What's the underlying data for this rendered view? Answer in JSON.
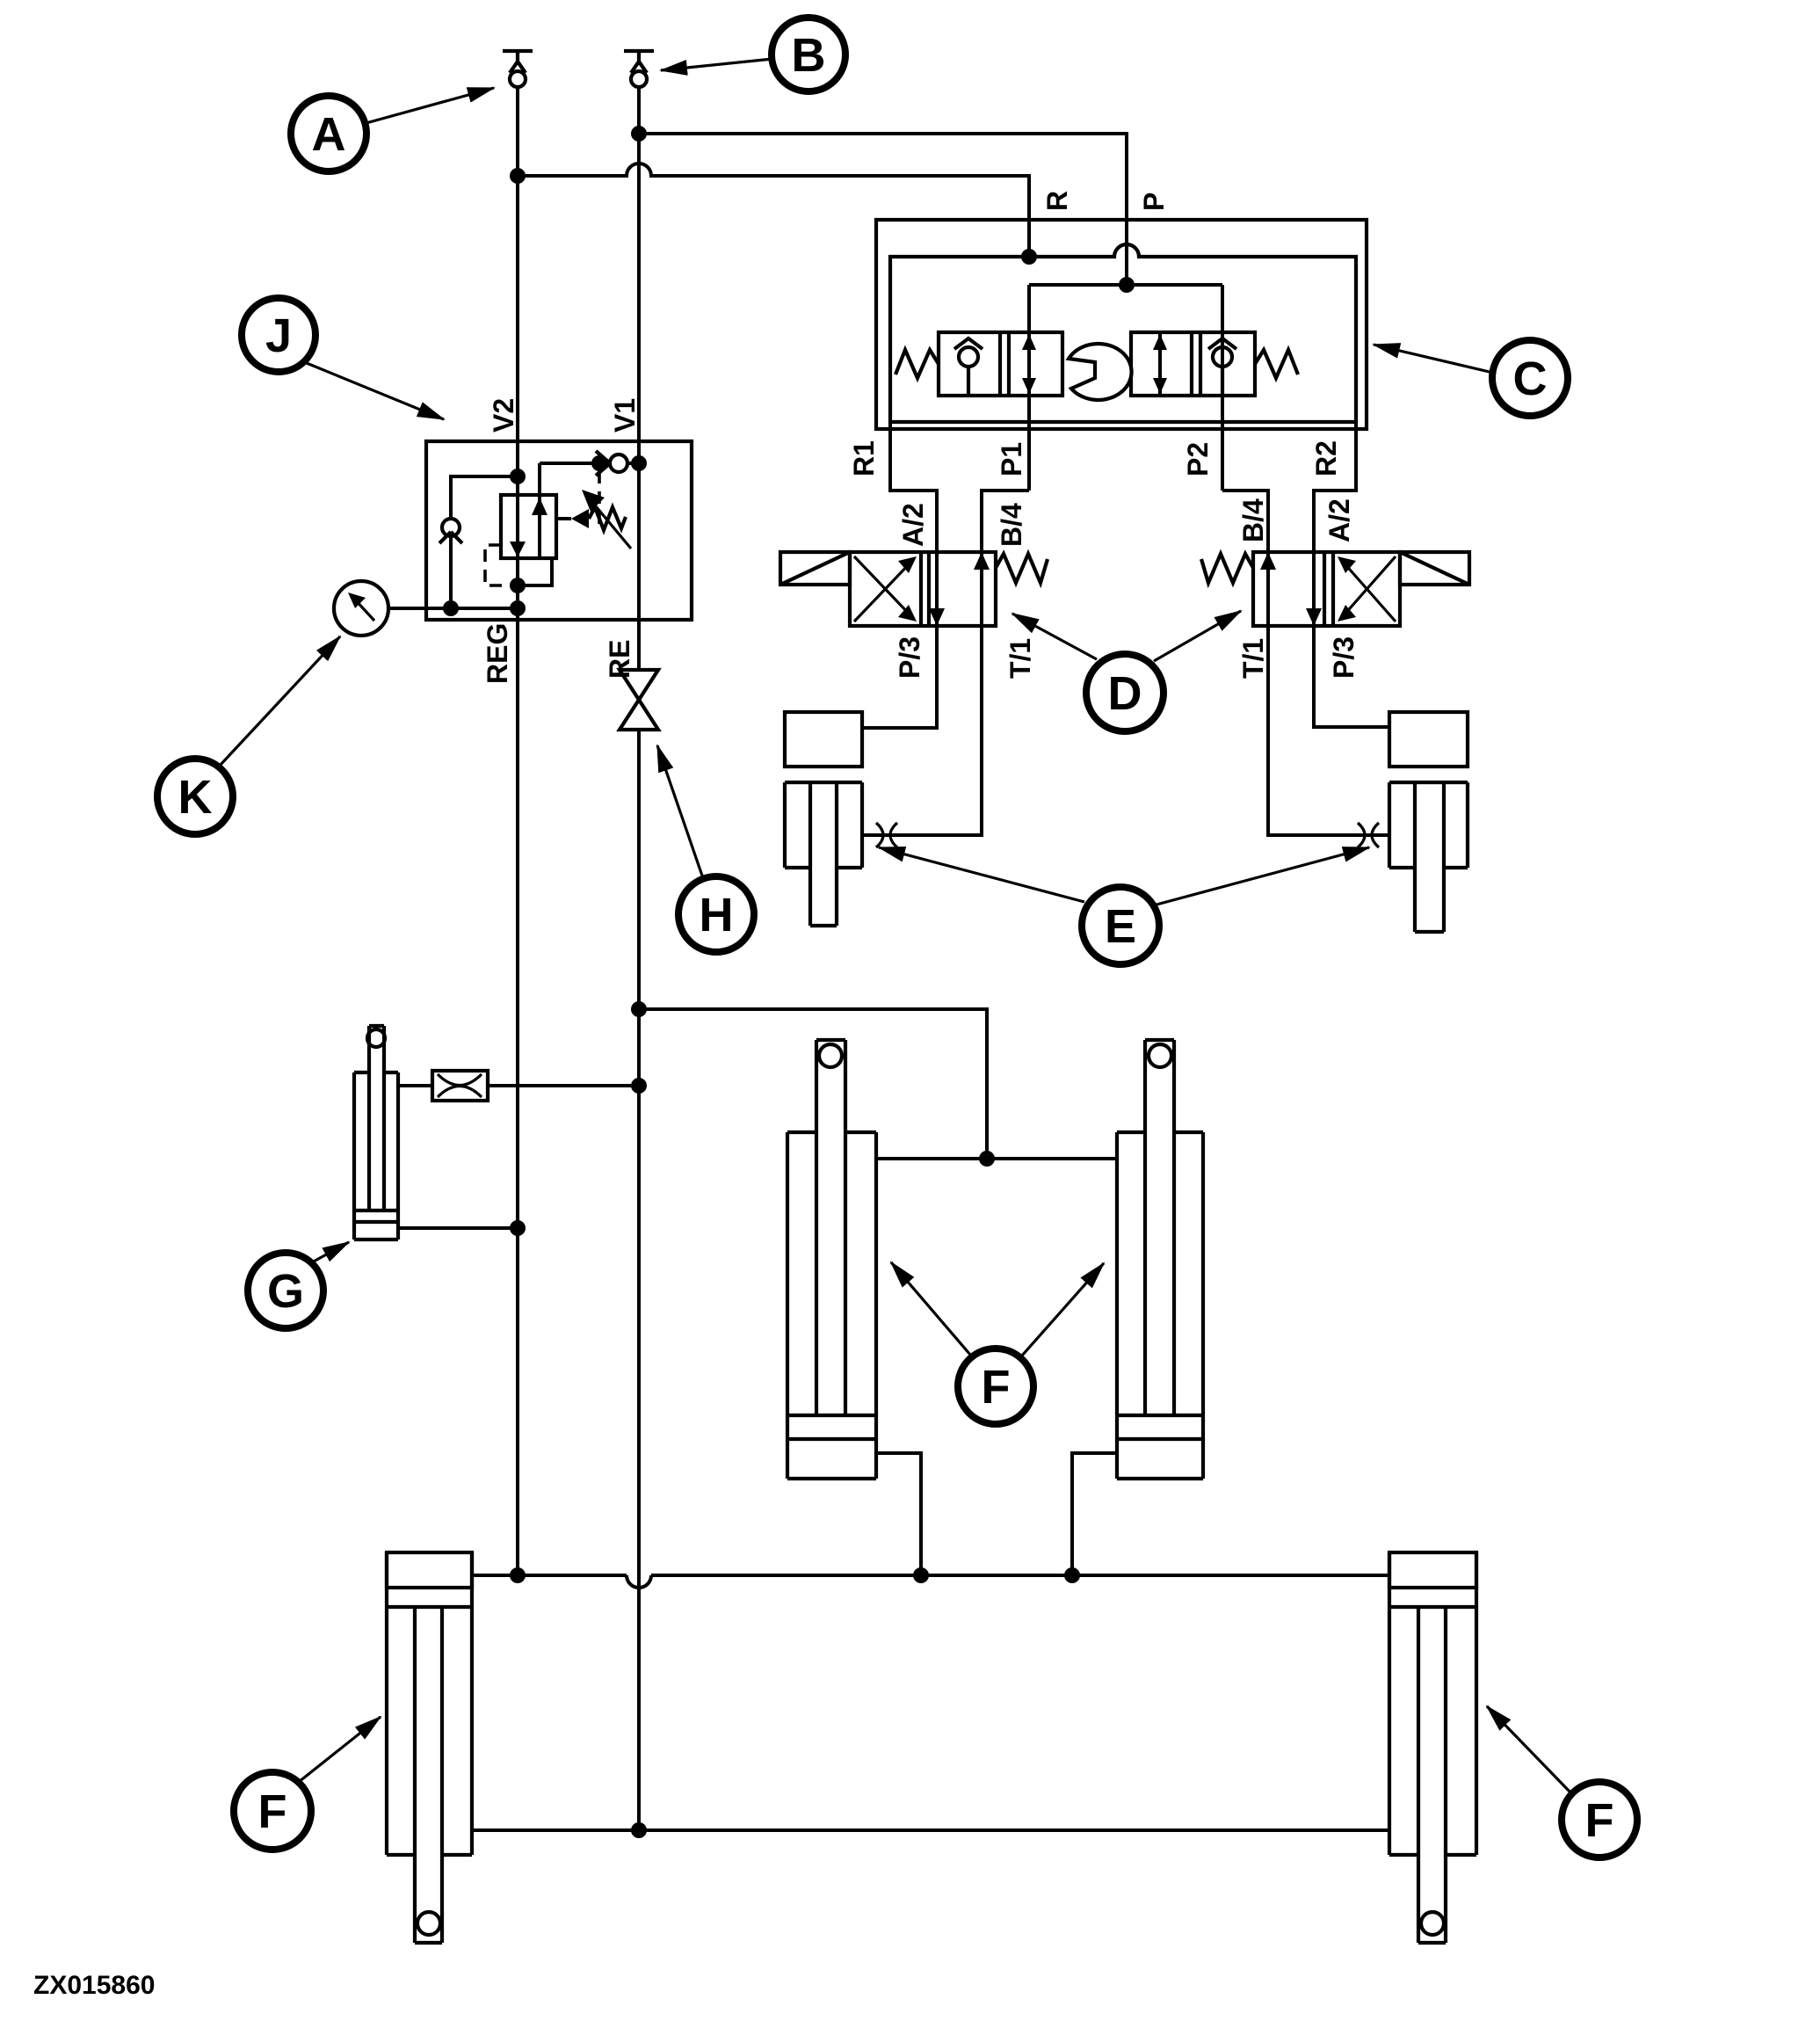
{
  "figure": {
    "code": "ZX015860"
  },
  "callouts": {
    "a": "A",
    "b": "B",
    "c": "C",
    "d": "D",
    "e": "E",
    "f": "F",
    "g": "G",
    "h": "H",
    "j": "J",
    "k": "K"
  },
  "regulator_block": {
    "v2": "V2",
    "v1": "V1",
    "reg": "REG",
    "re": "RE"
  },
  "valve_block": {
    "r": "R",
    "p": "P",
    "r1": "R1",
    "p1": "P1",
    "p2": "P2",
    "r2": "R2"
  },
  "scv_left": {
    "a": "A/2",
    "b": "B/4",
    "p": "P/3",
    "t": "T/1"
  },
  "scv_right": {
    "a": "A/2",
    "b": "B/4",
    "p": "P/3",
    "t": "T/1"
  }
}
